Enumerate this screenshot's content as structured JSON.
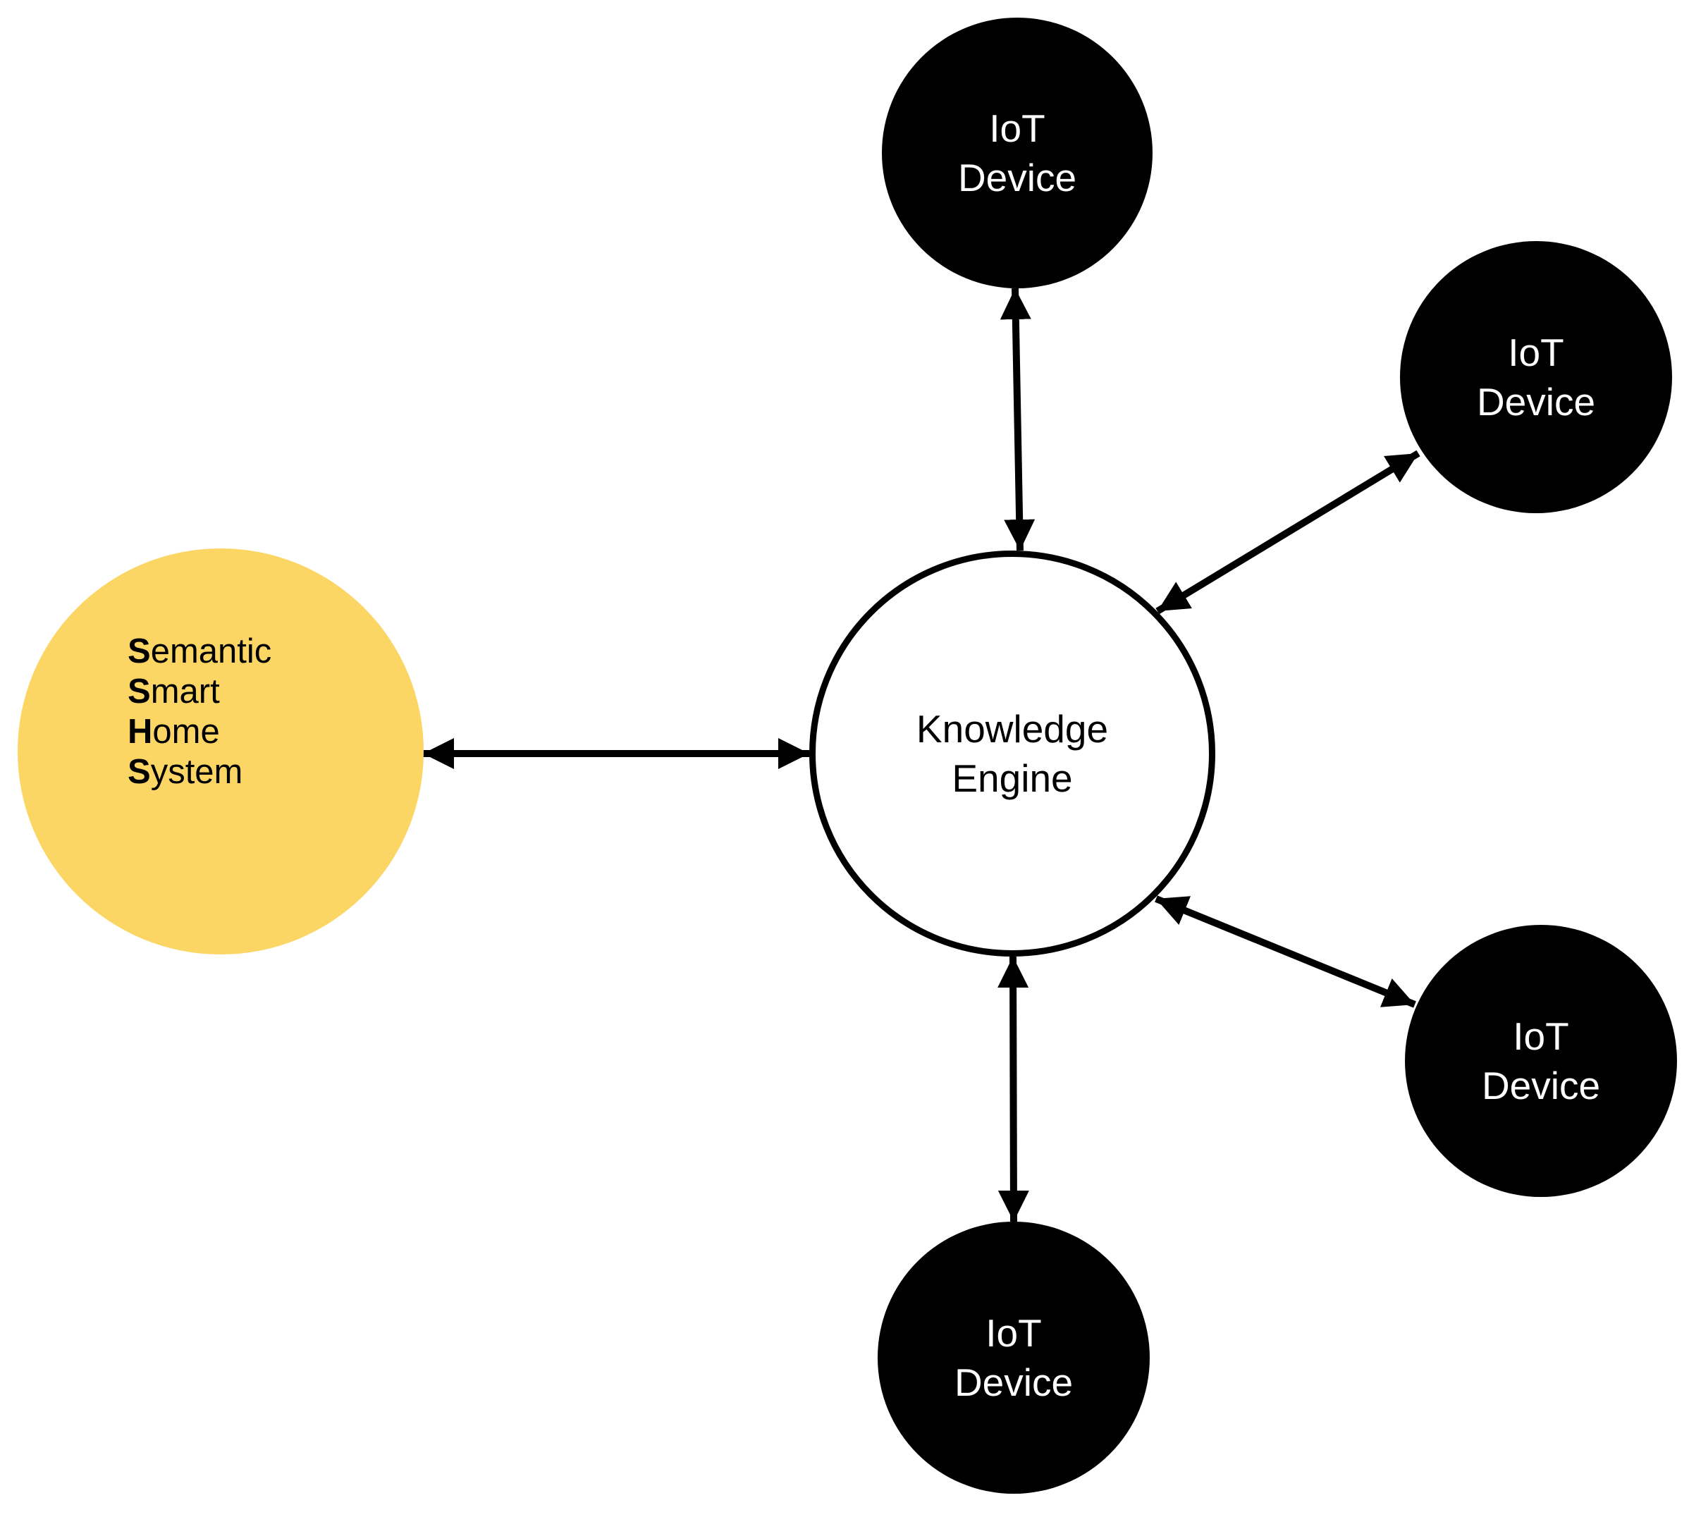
{
  "diagram": {
    "background_color": "#FFFFFF",
    "nodes": {
      "home_system": {
        "fill": "#FCD665",
        "text_color": "#000000",
        "lines": [
          {
            "bold": "S",
            "rest": "emantic"
          },
          {
            "bold": "S",
            "rest": "mart"
          },
          {
            "bold": "H",
            "rest": "ome"
          },
          {
            "bold": "S",
            "rest": "ystem"
          }
        ]
      },
      "knowledge_engine": {
        "label": "Knowledge\nEngine",
        "fill": "#FFFFFF",
        "border_color": "#000000",
        "text_color": "#000000"
      },
      "iot_device_top": {
        "label": "IoT\nDevice",
        "fill": "#000000",
        "text_color": "#FFFFFF"
      },
      "iot_device_upper_right": {
        "label": "IoT\nDevice",
        "fill": "#000000",
        "text_color": "#FFFFFF"
      },
      "iot_device_lower_right": {
        "label": "IoT\nDevice",
        "fill": "#000000",
        "text_color": "#FFFFFF"
      },
      "iot_device_bottom": {
        "label": "IoT\nDevice",
        "fill": "#000000",
        "text_color": "#FFFFFF"
      }
    },
    "edges": [
      {
        "from": "home_system",
        "to": "knowledge_engine",
        "bidirectional": true
      },
      {
        "from": "iot_device_top",
        "to": "knowledge_engine",
        "bidirectional": true
      },
      {
        "from": "iot_device_upper_right",
        "to": "knowledge_engine",
        "bidirectional": true
      },
      {
        "from": "iot_device_lower_right",
        "to": "knowledge_engine",
        "bidirectional": true
      },
      {
        "from": "iot_device_bottom",
        "to": "knowledge_engine",
        "bidirectional": true
      }
    ],
    "edge_color": "#000000"
  }
}
